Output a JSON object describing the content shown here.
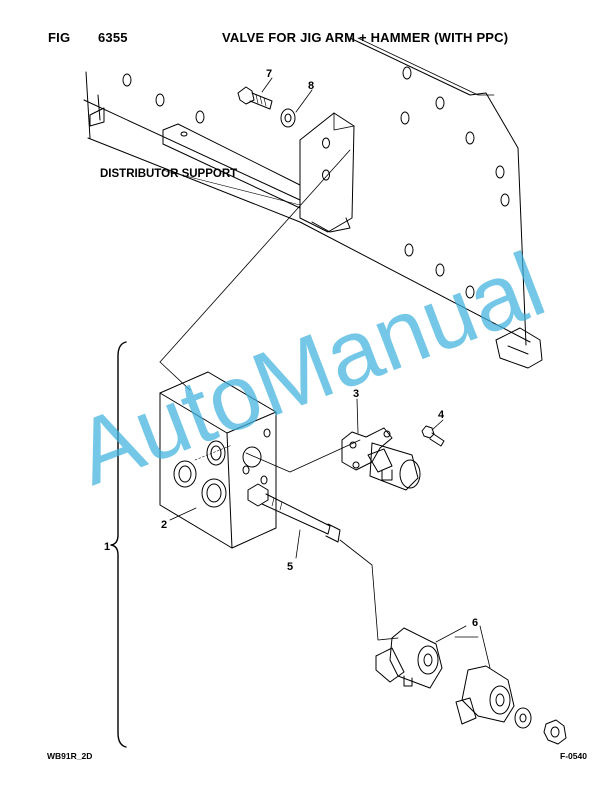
{
  "header": {
    "fig_label": "FIG",
    "fig_number": "6355",
    "title": "VALVE FOR JIG ARM + HAMMER (WITH PPC)"
  },
  "diagram": {
    "support_label": "DISTRIBUTOR SUPPORT",
    "callouts": [
      "1",
      "2",
      "3",
      "4",
      "5",
      "6",
      "7",
      "8"
    ]
  },
  "watermark": {
    "text": "AutoManual",
    "color": "#3fb1de"
  },
  "footer": {
    "left": "WB91R_2D",
    "right": "F-0540"
  }
}
